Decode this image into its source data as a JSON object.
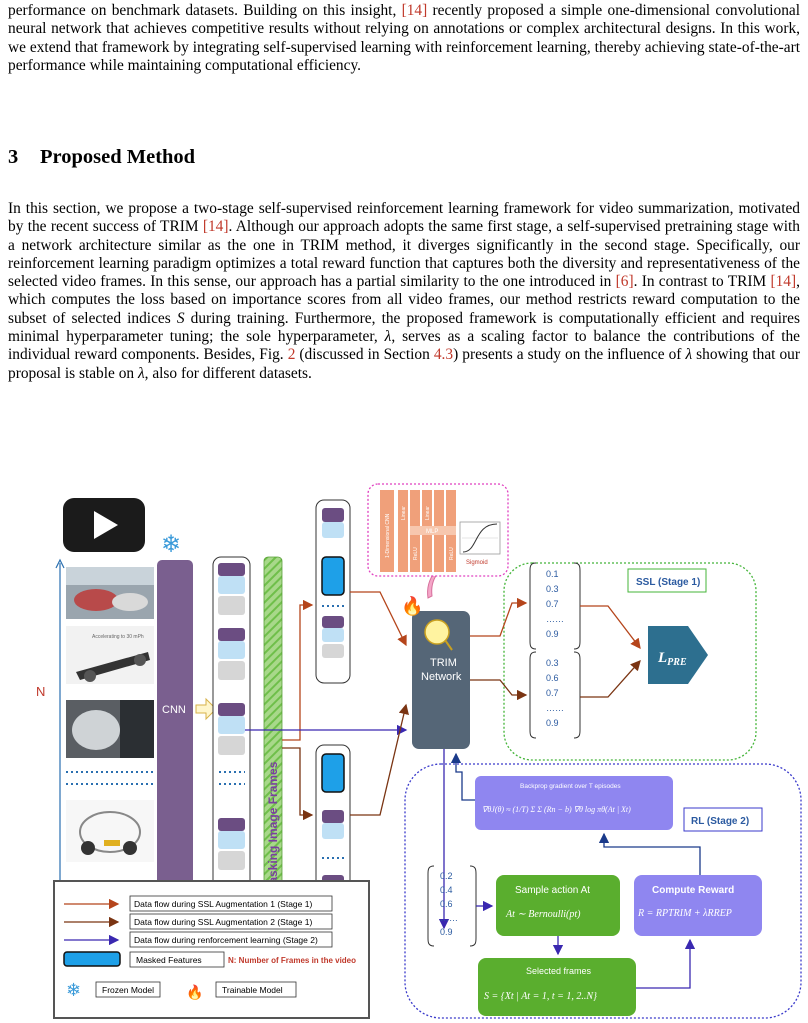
{
  "paragraph1": {
    "line1a": "performance on benchmark datasets. Building on this insight, ",
    "cite1": "[14]",
    "line1b": " recently proposed a simple one-dimensional convolutional neural network that achieves competitive results without relying on annotations or complex architectural designs. In this work, we extend that framework by integrating self-supervised learning with reinforcement learning, thereby achieving state-of-the-art performance while maintaining computational efficiency."
  },
  "section": {
    "number": "3",
    "title": "Proposed Method"
  },
  "paragraph2": {
    "t1": "In this section, we propose a two-stage self-supervised reinforcement learning framework for video summarization, motivated by the recent success of TRIM ",
    "c1": "[14]",
    "t2": ". Although our approach adopts the same first stage, a self-supervised pretraining stage with a network architecture similar as the one in TRIM method, it diverges significantly in the second stage. Specifically, our reinforcement learning paradigm optimizes a total reward function that captures both the diversity and representativeness of the selected video frames. In this sense, our approach has a partial similarity to the one introduced in ",
    "c2": "[6]",
    "t3": ". In contrast to TRIM ",
    "c3": "[14]",
    "t4": ", which computes the loss based on importance scores from all video frames, our method restricts reward computation to the subset of selected indices ",
    "sym_s": "S",
    "t5": " during training. Furthermore, the proposed framework is computationally efficient and requires minimal hyperparameter tuning; the sole hyperparameter, ",
    "sym_l1": "λ",
    "t6": ", serves as a scaling factor to balance the contributions of the individual reward components. Besides, Fig. ",
    "c4": "2",
    "t7": " (discussed in Section ",
    "c5": "4.3",
    "t8": ") presents a study on the influence of ",
    "sym_l2": "λ",
    "t9": " showing that our proposal is stable on ",
    "sym_l3": "λ",
    "t10": ", also for different datasets."
  },
  "figure": {
    "n_label": "N",
    "cnn_label": "CNN",
    "masking_label": "Random Masking Image Frames",
    "trim_label_1": "TRIM",
    "trim_label_2": "Network",
    "mlp_label": "MLP",
    "sigmoid_label": "Sigmoid",
    "conv_label": "1-Dimensional CNN",
    "linear_label": "Linear",
    "relu_label": "ReLU",
    "ssl_stage": "SSL (Stage 1)",
    "rl_stage": "RL (Stage 2)",
    "lpre": "L",
    "lpre_sub": "PRE",
    "vec1": [
      "0.1",
      "0.3",
      "0.7",
      "……",
      "0.9"
    ],
    "vec2": [
      "0.3",
      "0.6",
      "0.7",
      "……",
      "0.9"
    ],
    "vec3": [
      "0.2",
      "0.4",
      "0.6",
      "……",
      "0.9"
    ],
    "backprop_title": "Backprop gradient over T episodes",
    "backprop_formula": "∇θJ(θ) ≈ (1/T) Σ Σ (Rn − b) ∇θ log πθ(At | Xt)",
    "sample_title": "Sample action At",
    "sample_formula": "At ∼ Bernoulli(pt)",
    "selected_title": "Selected frames",
    "selected_formula": "S = {Xt | At = 1, t = 1, 2..N}",
    "reward_title": "Compute Reward",
    "reward_formula": "R = RPTRIM + λRREP",
    "frame_caption": "Accelerating to 30 mPh",
    "legend": {
      "ssl1": "Data flow during SSL Augmentation 1 (Stage 1)",
      "ssl2": "Data flow during SSL Augmentation 2 (Stage 1)",
      "rl": "Data flow during renforcement learning (Stage 2)",
      "masked": "Masked Features",
      "n_note": "N: Number of Frames in the video",
      "frozen": "Frozen Model",
      "trainable": "Trainable Model"
    },
    "colors": {
      "ssl1": "#b5451b",
      "ssl2": "#7a3412",
      "rl": "#3a28b0",
      "cnn": "#7a5f8f",
      "trim": "#556677",
      "green": "#5aae2e",
      "lavender": "#8f86f0",
      "orange": "#f0a07a",
      "lpre": "#2d6f8f"
    }
  }
}
